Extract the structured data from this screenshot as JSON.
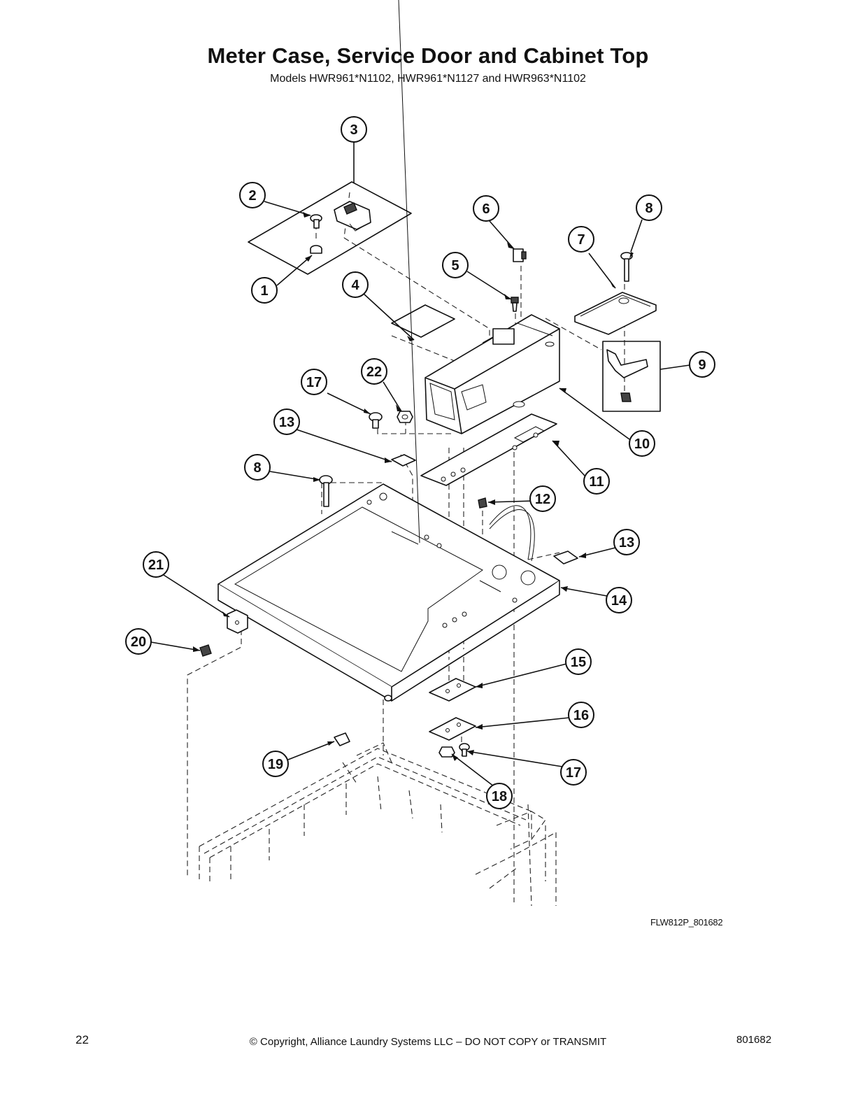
{
  "header": {
    "title": "Meter Case, Service Door and Cabinet Top",
    "subtitle": "Models HWR961*N1102, HWR961*N1127 and HWR963*N1102"
  },
  "diagram": {
    "code": "FLW812P_801682",
    "callouts": [
      "1",
      "2",
      "3",
      "4",
      "5",
      "6",
      "7",
      "8",
      "9",
      "10",
      "11",
      "12",
      "13",
      "13",
      "14",
      "15",
      "16",
      "17",
      "17",
      "18",
      "19",
      "20",
      "21",
      "22",
      "8"
    ]
  },
  "footer": {
    "page_number": "22",
    "copyright": "© Copyright, Alliance Laundry Systems LLC – DO NOT COPY or TRANSMIT",
    "doc_number": "801682"
  }
}
